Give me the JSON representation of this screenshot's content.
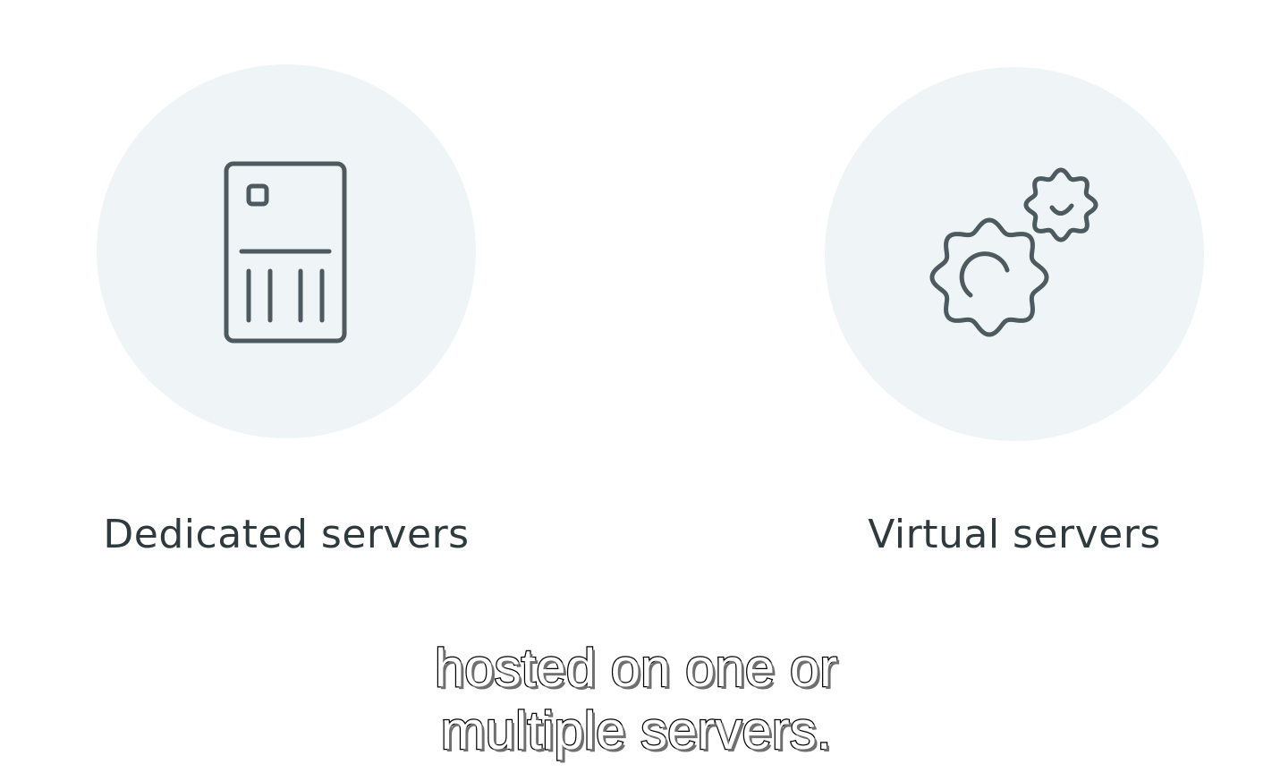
{
  "colors": {
    "background": "#ffffff",
    "circle": "#eff4f6",
    "icon_stroke": "#4d5a60",
    "label_text": "#2f3a3e"
  },
  "options": [
    {
      "icon": "server-icon",
      "label": "Dedicated servers"
    },
    {
      "icon": "gears-icon",
      "label": "Virtual servers"
    }
  ],
  "subtitle": {
    "line1": "hosted on one or",
    "line2": "multiple servers."
  }
}
